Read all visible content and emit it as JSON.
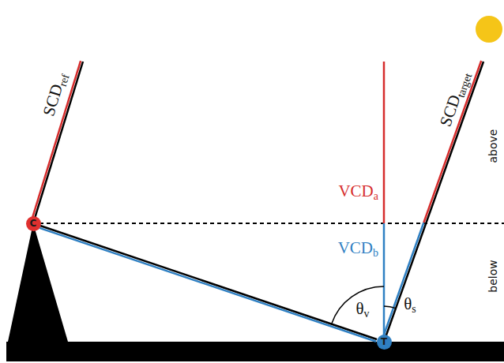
{
  "diagram": {
    "nodes": [
      {
        "text": [
          "C"
        ]
      },
      {
        "text": [
          "T"
        ]
      }
    ],
    "edges": [
      {
        "from": 0,
        "to": 1,
        "arrow": "none"
      }
    ],
    "labels": [
      "SCD",
      "ref",
      "SCD",
      "target",
      "VCD",
      "a",
      "VCD",
      "b",
      "θ",
      "v",
      "θ",
      "s",
      "above",
      "below"
    ]
  }
}
